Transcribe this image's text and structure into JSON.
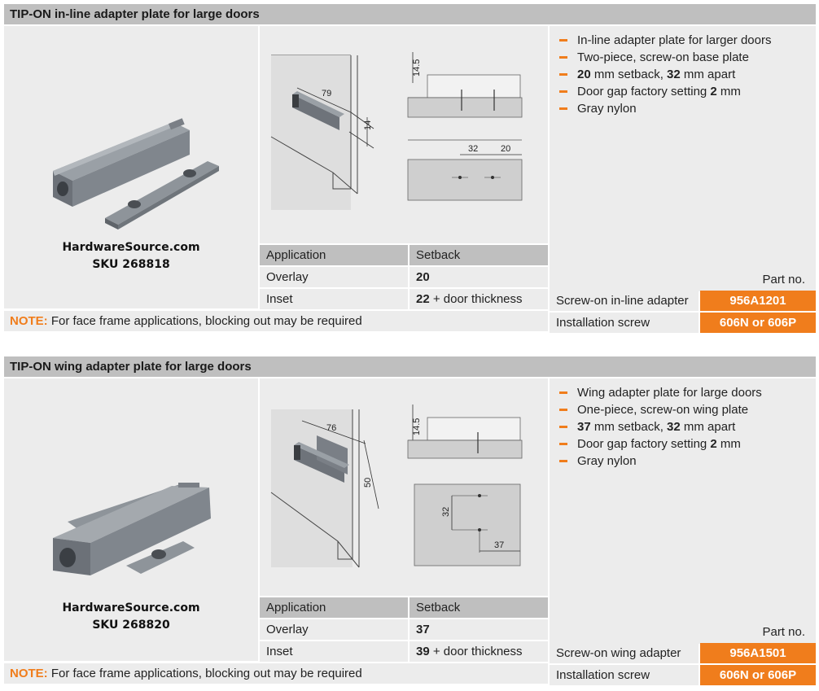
{
  "products": [
    {
      "title": "TIP-ON in-line adapter plate for large doors",
      "sku_source": "HardwareSource.com",
      "sku": "SKU 268818",
      "features": [
        {
          "pre": "",
          "bold": "",
          "post": "In-line adapter plate for larger doors"
        },
        {
          "pre": "",
          "bold": "",
          "post": "Two-piece, screw-on base plate"
        },
        {
          "pre": "",
          "bold": "20",
          "post": " mm setback, ",
          "bold2": "32",
          "post2": " mm apart"
        },
        {
          "pre": "Door gap factory setting ",
          "bold": "2",
          "post": " mm"
        },
        {
          "pre": "",
          "bold": "",
          "post": "Gray nylon"
        }
      ],
      "table_headers": [
        "Application",
        "Setback"
      ],
      "rows": [
        {
          "application": "Overlay",
          "setback_bold": "20",
          "setback_rest": ""
        },
        {
          "application": "Inset",
          "setback_bold": "22",
          "setback_rest": " + door thickness"
        }
      ],
      "note_label": "NOTE:",
      "note_text": " For face frame applications, blocking out may be required",
      "part_no_label": "Part no.",
      "parts": [
        {
          "description": "Screw-on in-line adapter",
          "number": "956A1201"
        },
        {
          "description": "Installation screw",
          "number": "606N or 606P"
        }
      ],
      "dims": {
        "length": "79",
        "height": "14",
        "side_height": "14.5",
        "spacing": "32",
        "setback": "20"
      }
    },
    {
      "title": "TIP-ON wing adapter plate for large doors",
      "sku_source": "HardwareSource.com",
      "sku": "SKU 268820",
      "features": [
        {
          "pre": "",
          "bold": "",
          "post": "Wing adapter plate for large doors"
        },
        {
          "pre": "",
          "bold": "",
          "post": "One-piece, screw-on wing plate"
        },
        {
          "pre": "",
          "bold": "37",
          "post": " mm setback, ",
          "bold2": "32",
          "post2": " mm apart"
        },
        {
          "pre": "Door gap factory setting ",
          "bold": "2",
          "post": " mm"
        },
        {
          "pre": "",
          "bold": "",
          "post": "Gray nylon"
        }
      ],
      "table_headers": [
        "Application",
        "Setback"
      ],
      "rows": [
        {
          "application": "Overlay",
          "setback_bold": "37",
          "setback_rest": ""
        },
        {
          "application": "Inset",
          "setback_bold": "39",
          "setback_rest": " + door thickness"
        }
      ],
      "note_label": "NOTE:",
      "note_text": " For face frame applications, blocking out may be required",
      "part_no_label": "Part no.",
      "parts": [
        {
          "description": "Screw-on wing adapter",
          "number": "956A1501"
        },
        {
          "description": "Installation screw",
          "number": "606N or 606P"
        }
      ],
      "dims": {
        "length": "76",
        "height": "50",
        "side_height": "14.5",
        "spacing": "32",
        "setback": "37"
      }
    }
  ],
  "colors": {
    "accent": "#f07d1c",
    "header_gray": "#bfbfbf",
    "cell_gray": "#ececec",
    "product_gray": "#7a7f86"
  }
}
